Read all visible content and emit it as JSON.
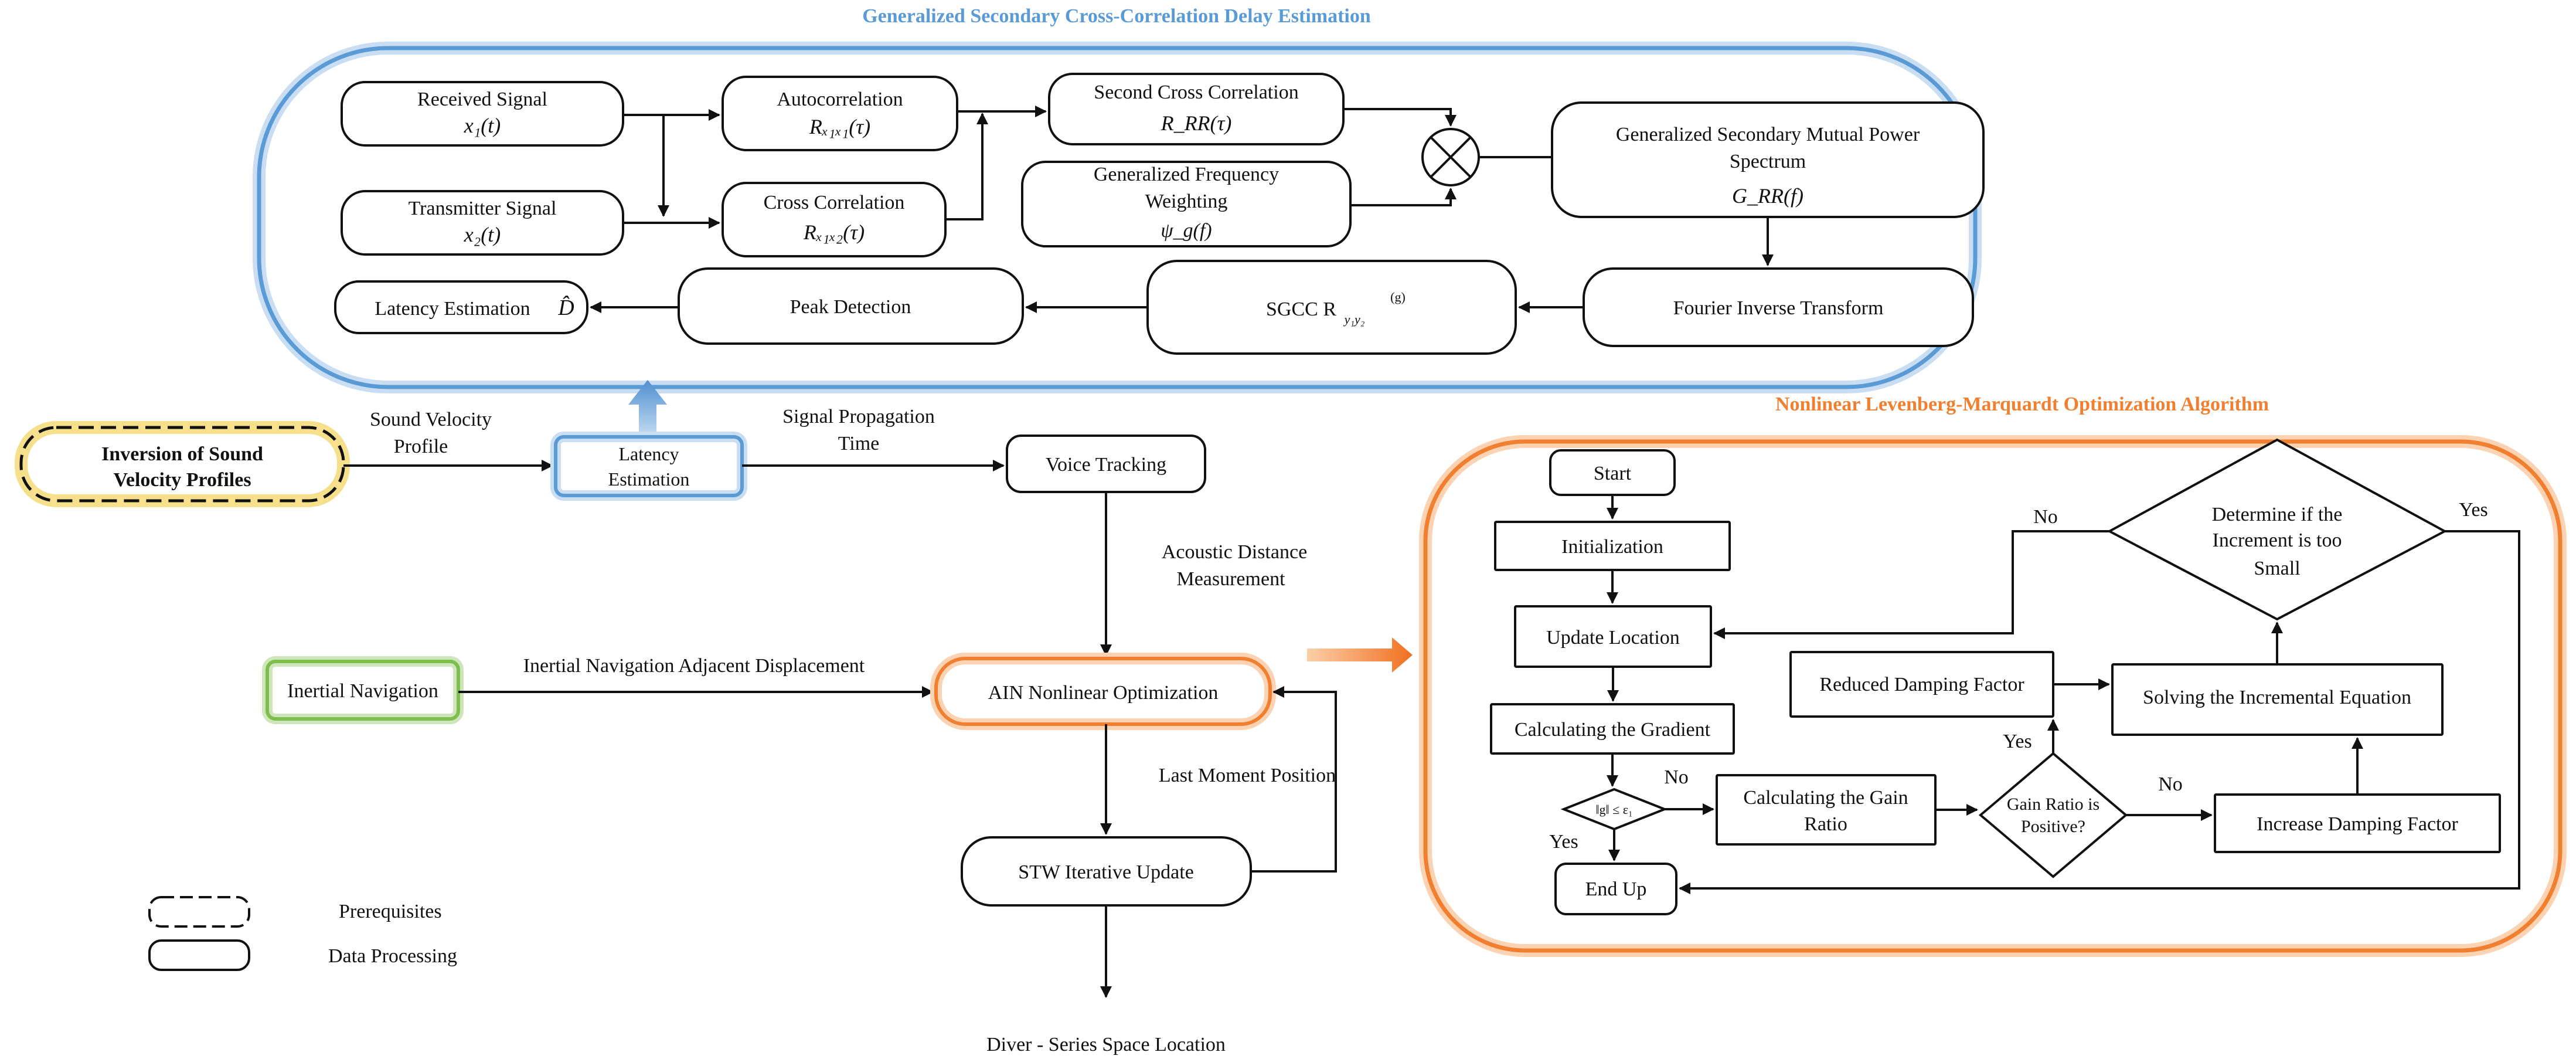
{
  "colors": {
    "gscc_outline": "#5b9bd5",
    "lm_outline": "#f08030",
    "prerequisite_outline": "#f5d96b",
    "inertial_outline": "#7dbf4e",
    "ain_outline": "#f08030",
    "latency_outline": "#5b9bd5",
    "line": "#111111"
  },
  "gscc": {
    "title": "Generalized Secondary Cross-Correlation Delay Estimation",
    "received_signal": {
      "label": "Received Signal",
      "formula": "x₁(t)"
    },
    "transmitter_signal": {
      "label": "Transmitter Signal",
      "formula": "x₂(t)"
    },
    "autocorrelation": {
      "label": "Autocorrelation",
      "formula": "Rₓ₁ₓ₁(τ)"
    },
    "cross_correlation": {
      "label": "Cross Correlation",
      "formula": "Rₓ₁ₓ₂(τ)"
    },
    "second_cross_correlation": {
      "label": "Second Cross Correlation",
      "formula": "R_RR(τ)"
    },
    "generalized_frequency_weighting": {
      "line1": "Generalized Frequency",
      "line2": "Weighting",
      "formula": "ψ_g(f)"
    },
    "mutual_power_spectrum": {
      "line1": "Generalized Secondary Mutual Power",
      "line2": "Spectrum",
      "formula": "G_RR(f)"
    },
    "fourier_inverse": {
      "label": "Fourier Inverse Transform"
    },
    "sgcc": {
      "label": "SGCC R",
      "subscript": "y₁y₂",
      "superscript": "(g)"
    },
    "peak_detection": {
      "label": "Peak Detection"
    },
    "latency_estimation": {
      "label": "Latency Estimation",
      "symbol": "D̂"
    }
  },
  "main": {
    "inversion": {
      "line1": "Inversion of Sound",
      "line2": "Velocity Profiles"
    },
    "sound_velocity_label": {
      "line1": "Sound Velocity",
      "line2": "Profile"
    },
    "latency_estimation": {
      "line1": "Latency",
      "line2": "Estimation"
    },
    "signal_propagation_label": {
      "line1": "Signal Propagation",
      "line2": "Time"
    },
    "voice_tracking": "Voice Tracking",
    "acoustic_distance_label": {
      "line1": "Acoustic Distance",
      "line2": "Measurement"
    },
    "inertial_navigation": "Inertial Navigation",
    "inertial_displacement_label": "Inertial Navigation Adjacent Displacement",
    "ain_optimization": "AIN Nonlinear Optimization",
    "last_moment_label": "Last Moment Position",
    "stw_update": "STW Iterative Update",
    "diver_location": "Diver - Series Space Location"
  },
  "legend": {
    "prerequisites": "Prerequisites",
    "data_processing": "Data Processing"
  },
  "lm": {
    "title": "Nonlinear Levenberg-Marquardt Optimization Algorithm",
    "start": "Start",
    "initialization": "Initialization",
    "update_location": "Update Location",
    "calculating_gradient": "Calculating the Gradient",
    "gradient_condition": "‖g‖ ≤ ε₁",
    "calculating_gain": {
      "line1": "Calculating the Gain",
      "line2": "Ratio"
    },
    "gain_positive": {
      "line1": "Gain Ratio is",
      "line2": "Positive?"
    },
    "increase_damping": "Increase Damping Factor",
    "reduced_damping": "Reduced Damping Factor",
    "solving_incremental": "Solving the Incremental Equation",
    "determine_increment": {
      "line1": "Determine if the",
      "line2": "Increment is too",
      "line3": "Small"
    },
    "end_up": "End Up",
    "yes": "Yes",
    "no": "No"
  }
}
